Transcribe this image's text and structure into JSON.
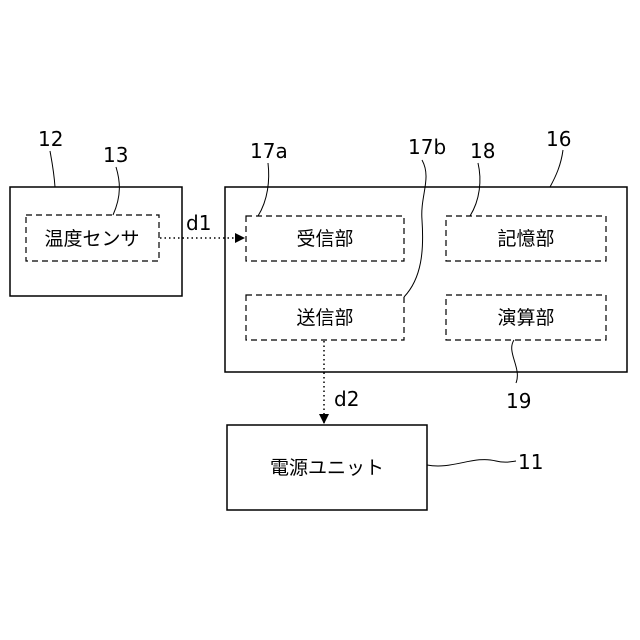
{
  "refs": {
    "sensor_unit": "12",
    "temp_sensor": "13",
    "controller": "16",
    "receiver": "17a",
    "transmitter": "17b",
    "memory": "18",
    "calculator": "19",
    "power_unit": "11"
  },
  "labels": {
    "temp_sensor": "温度センサ",
    "receiver": "受信部",
    "memory": "記憶部",
    "transmitter": "送信部",
    "calculator": "演算部",
    "power_unit": "電源ユニット"
  },
  "signals": {
    "d1": "d1",
    "d2": "d2"
  }
}
